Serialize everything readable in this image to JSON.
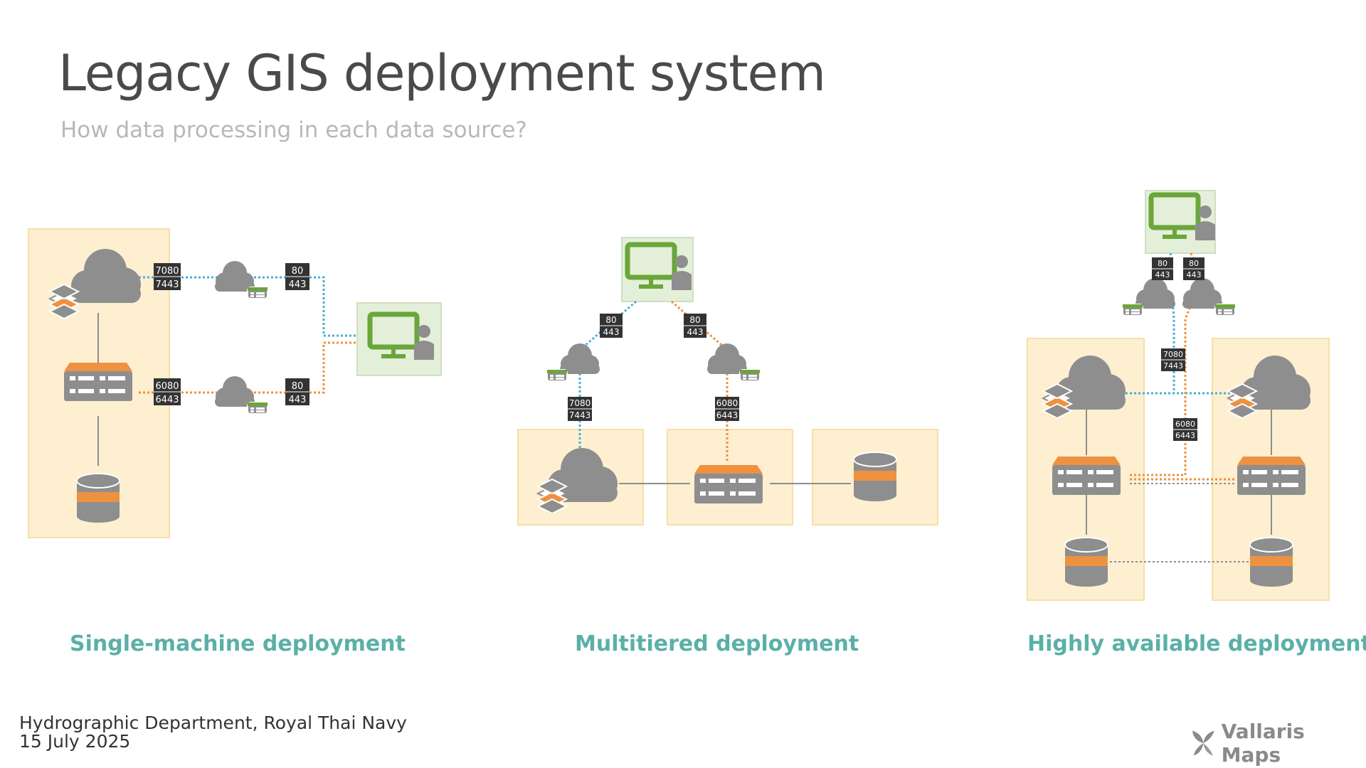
{
  "header": {
    "title": "Legacy GIS deployment system",
    "subtitle": "How data processing in each data source?"
  },
  "diagrams": [
    {
      "caption": "Single-machine deployment",
      "port_labels": [
        [
          "7080",
          "7443"
        ],
        [
          "80",
          "443"
        ],
        [
          "6080",
          "6443"
        ],
        [
          "80",
          "443"
        ]
      ]
    },
    {
      "caption": "Multitiered deployment",
      "port_labels": [
        [
          "80",
          "443"
        ],
        [
          "80",
          "443"
        ],
        [
          "7080",
          "7443"
        ],
        [
          "6080",
          "6443"
        ]
      ]
    },
    {
      "caption": "Highly available deployment",
      "port_labels": [
        [
          "80",
          "443"
        ],
        [
          "80",
          "443"
        ],
        [
          "7080",
          "7443"
        ],
        [
          "6080",
          "6443"
        ]
      ]
    }
  ],
  "footer": {
    "organization": "Hydrographic Department, Royal Thai Navy",
    "date": "15 July 2025"
  },
  "brand": {
    "name": "Vallaris Maps",
    "icon": "vallaris-leaf-logo"
  },
  "colors": {
    "tier_panel": "#fdefd0",
    "client_panel": "#e3efd8",
    "icon_gray": "#8e8e8e",
    "accent_orange": "#ee9140",
    "client_green": "#6aa63a",
    "link_blue": "#4aaed8",
    "caption_teal": "#5ab0a8"
  }
}
